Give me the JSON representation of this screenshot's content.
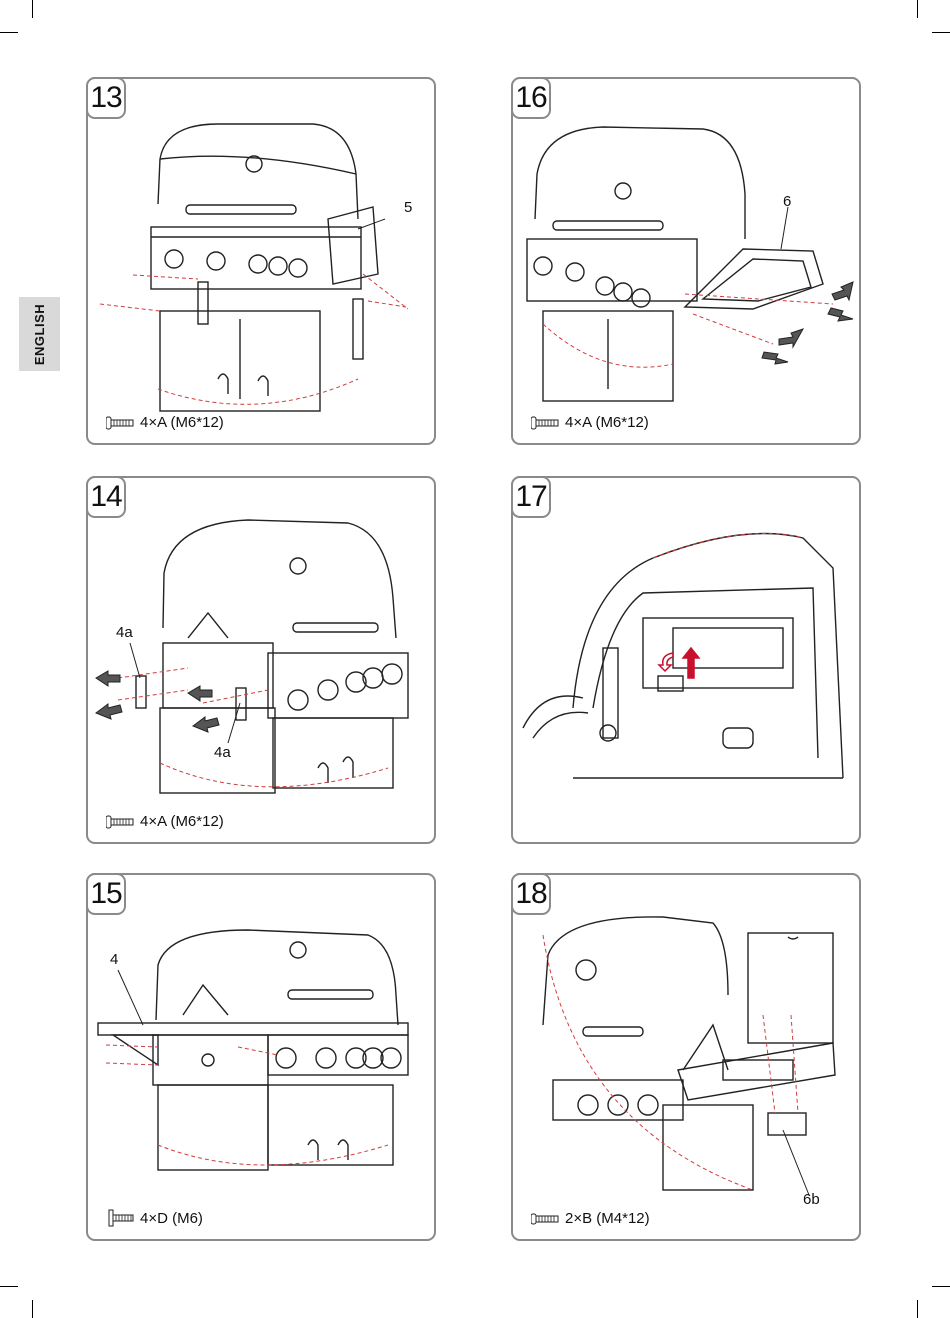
{
  "side_tab": {
    "label": "ENGLISH"
  },
  "panels": [
    {
      "step": "13",
      "callouts": [
        "5"
      ],
      "hardware": "4×A (M6*12)"
    },
    {
      "step": "16",
      "callouts": [
        "6"
      ],
      "hardware": "4×A (M6*12)"
    },
    {
      "step": "14",
      "callouts": [
        "4a",
        "4a"
      ],
      "hardware": "4×A (M6*12)"
    },
    {
      "step": "17",
      "callouts": [],
      "hardware": ""
    },
    {
      "step": "15",
      "callouts": [
        "4"
      ],
      "hardware": "4×D (M6)"
    },
    {
      "step": "18",
      "callouts": [
        "6b"
      ],
      "hardware": "2×B (M4*12)"
    }
  ],
  "colors": {
    "frame": "#8a8a8a",
    "dashed_guide": "#d23c3c",
    "tab_bg": "#d9d9d9",
    "arrow_fill": "#555555",
    "red_arrow": "#c8102e"
  },
  "icons": {
    "screw": "screw-icon",
    "arrow": "push-arrow-icon"
  }
}
